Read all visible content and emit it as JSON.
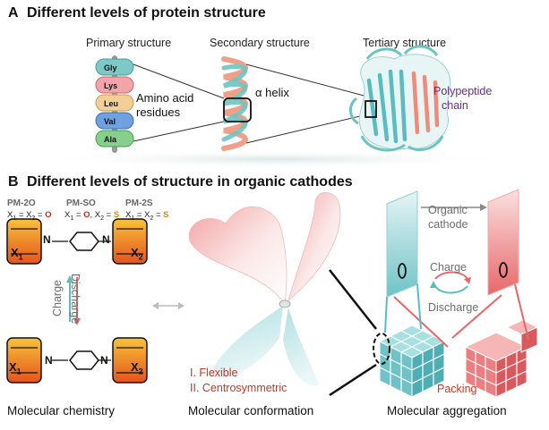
{
  "panel_a": {
    "letter": "A",
    "title": "Different levels of protein structure",
    "primary_label": "Primary structure",
    "secondary_label": "Secondary structure",
    "tertiary_label": "Tertiary structure",
    "residues": [
      "Gly",
      "Lys",
      "Leu",
      "Val",
      "Ala"
    ],
    "amino_acid_label": "Amino acid",
    "residues_label": "residues",
    "helix_label": "α helix",
    "polypeptide_label": "Polypeptide",
    "chain_label": "chain"
  },
  "panel_b": {
    "letter": "B",
    "title": "Different levels of structure in organic cathodes",
    "pm_2o": "PM-2O",
    "pm_so": "PM-SO",
    "pm_2s": "PM-2S",
    "x_sub_1": "X",
    "discharge_label": "Discharge",
    "charge_label": "Charge",
    "organic_label": "Organic",
    "cathode_label": "cathode",
    "charge_right_label": "Charge",
    "discharge_right_label": "Discharge",
    "flexible_label": "I.   Flexible",
    "centro_label": "II.  Centrosymmetric",
    "packing_label": "Packing",
    "mol_chem_label": "Molecular chemistry",
    "mol_conf_label": "Molecular conformation",
    "mol_agg_label": "Molecular aggregation"
  },
  "colors": {
    "teal": "#5bbcc0",
    "salmon": "#f08a80",
    "red": "#c0392b",
    "orange": "#ef7d1c",
    "purple": "#6a2c91"
  }
}
